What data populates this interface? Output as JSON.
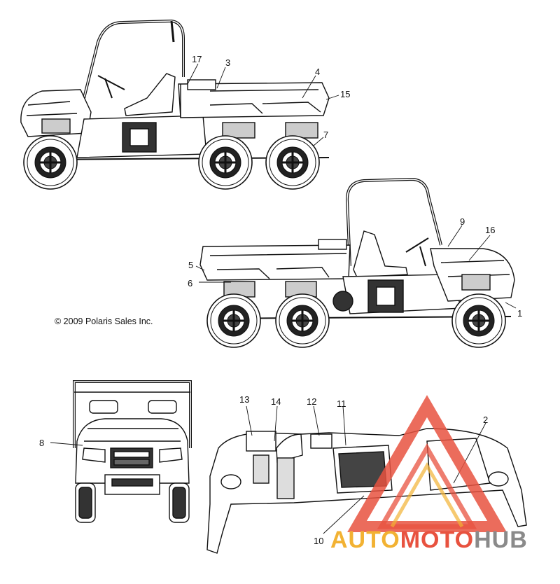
{
  "copyright": "© 2009 Polaris Sales Inc.",
  "callouts": {
    "c1": "1",
    "c2": "2",
    "c3": "3",
    "c4": "4",
    "c5": "5",
    "c6": "6",
    "c7": "7",
    "c8": "8",
    "c9": "9",
    "c10": "10",
    "c11": "11",
    "c12": "12",
    "c13": "13",
    "c14": "14",
    "c15": "15",
    "c16": "16",
    "c17": "17"
  },
  "watermark": {
    "part1": "AUTO",
    "part2": "MOTO",
    "part3": "HUB"
  },
  "colors": {
    "watermark_red": "#e8523f",
    "watermark_orange": "#f2b233",
    "watermark_gray": "#8a8a8a"
  }
}
